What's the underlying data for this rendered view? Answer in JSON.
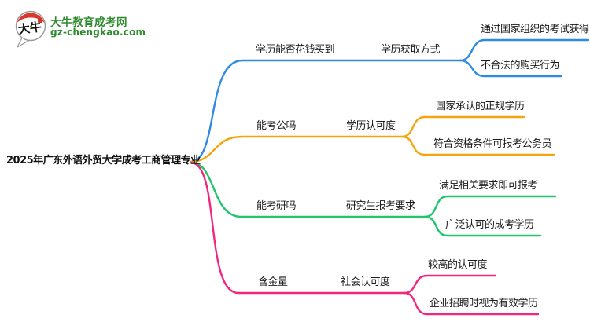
{
  "logo": {
    "title": "大牛教育成考网",
    "domain": "gz-chengkao.com",
    "icon_text": "大牛",
    "brand_green": "#2e8b2e",
    "brand_red": "#d6392c"
  },
  "mindmap": {
    "root": "2025年广东外语外贸大学成考工商管理专业",
    "branches": [
      {
        "color": "#2e8ae5",
        "nodes": [
          "学历能否花钱买到",
          "学历获取方式"
        ],
        "leaves": [
          "通过国家组织的考试获得",
          "不合法的购买行为"
        ]
      },
      {
        "color": "#f5a40d",
        "nodes": [
          "能考公吗",
          "学历认可度"
        ],
        "leaves": [
          "国家承认的正规学历",
          "符合资格条件可报考公务员"
        ]
      },
      {
        "color": "#22c46e",
        "nodes": [
          "能考研吗",
          "研究生报考要求"
        ],
        "leaves": [
          "满足相关要求即可报考",
          "广泛认可的成考学历"
        ]
      },
      {
        "color": "#f1277e",
        "nodes": [
          "含金量",
          "社会认可度"
        ],
        "leaves": [
          "较高的认可度",
          "企业招聘时视为有效学历"
        ]
      }
    ]
  }
}
